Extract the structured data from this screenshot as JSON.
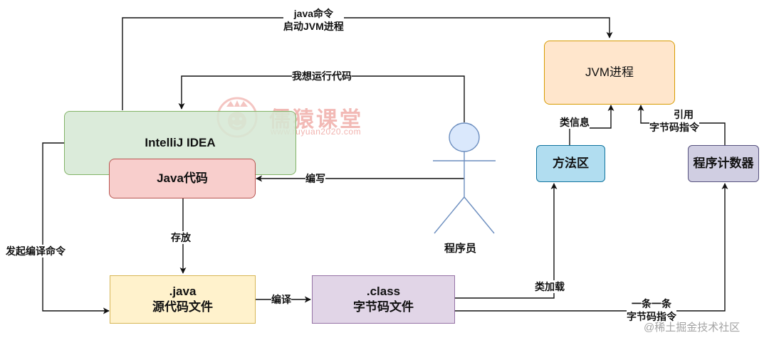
{
  "nodes": {
    "jvm": {
      "label": "JVM进程",
      "fill": "#ffe6cc",
      "stroke": "#d79b00"
    },
    "idea": {
      "label": "IntelliJ IDEA",
      "fill": "#d5e8d4",
      "stroke": "#82b366"
    },
    "java_code": {
      "label": "Java代码",
      "fill": "#f8cecc",
      "stroke": "#b85450"
    },
    "java_file": {
      "line1": ".java",
      "line2": "源代码文件",
      "fill": "#fff2cc",
      "stroke": "#d6b656"
    },
    "class_file": {
      "line1": ".class",
      "line2": "字节码文件",
      "fill": "#e1d5e7",
      "stroke": "#9673a6"
    },
    "method_area": {
      "label": "方法区",
      "fill": "#b1ddf0",
      "stroke": "#10739e"
    },
    "pc_counter": {
      "label": "程序计数器",
      "fill": "#d0cee2",
      "stroke": "#56517e"
    },
    "programmer": {
      "label": "程序员",
      "fill": "#dae8fc",
      "stroke": "#6c8ebf"
    }
  },
  "edges": {
    "java_cmd_1": "java命令",
    "java_cmd_2": "启动JVM进程",
    "want_run": "我想运行代码",
    "write": "编写",
    "store": "存放",
    "compile_cmd": "发起编译命令",
    "compile": "编译",
    "class_load": "类加载",
    "class_info": "类信息",
    "ref_1": "引用",
    "ref_2": "字节码指令",
    "one_by_one_1": "一条一条",
    "one_by_one_2": "字节码指令"
  },
  "watermark": {
    "name": "儒猿课堂",
    "url": "www.ruyuan2020.com",
    "footer": "@稀土掘金技术社区"
  },
  "colors": {
    "line": "#111111",
    "watermark": "#e8807a"
  }
}
